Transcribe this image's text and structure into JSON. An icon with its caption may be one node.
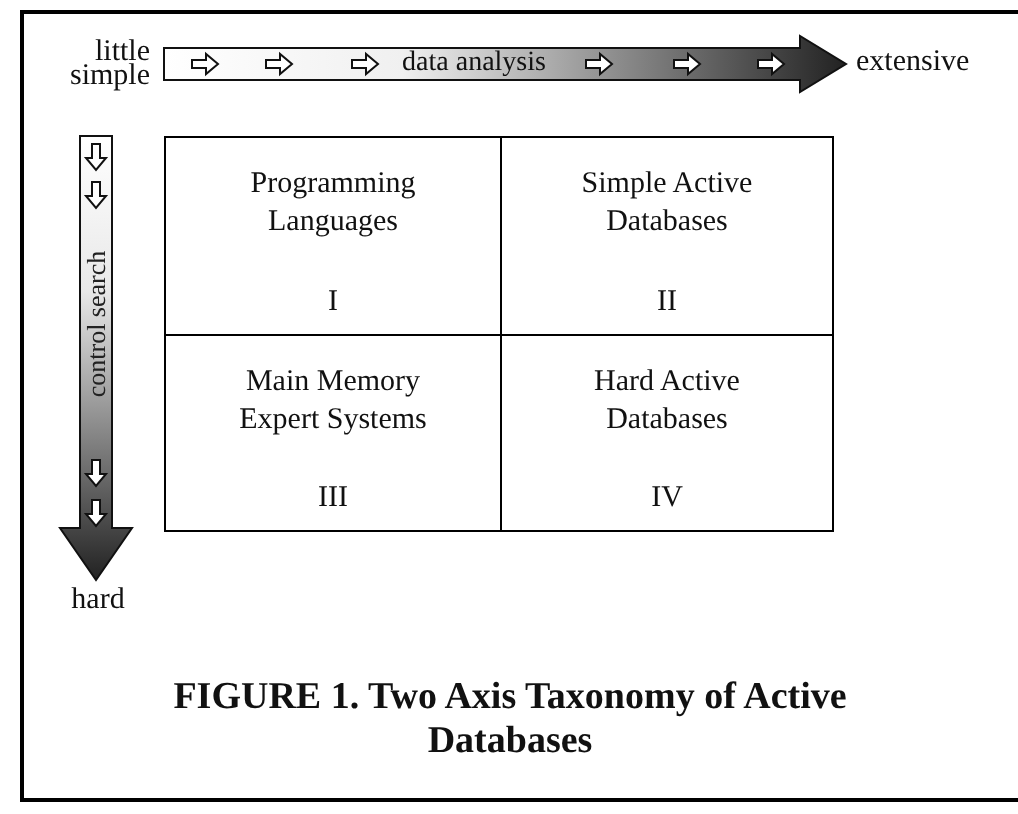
{
  "diagram": {
    "caption": "FIGURE 1. Two Axis Taxonomy of Active Databases",
    "nodes": [
      {
        "text": [
          "Programming Languages",
          "I"
        ]
      },
      {
        "text": [
          "Simple Active Databases",
          "II"
        ]
      },
      {
        "text": [
          "Main Memory Expert Systems",
          "III"
        ]
      },
      {
        "text": [
          "Hard Active Databases",
          "IV"
        ]
      }
    ],
    "labels": [
      "little",
      "simple",
      "data analysis",
      "extensive",
      "control search",
      "hard"
    ]
  }
}
